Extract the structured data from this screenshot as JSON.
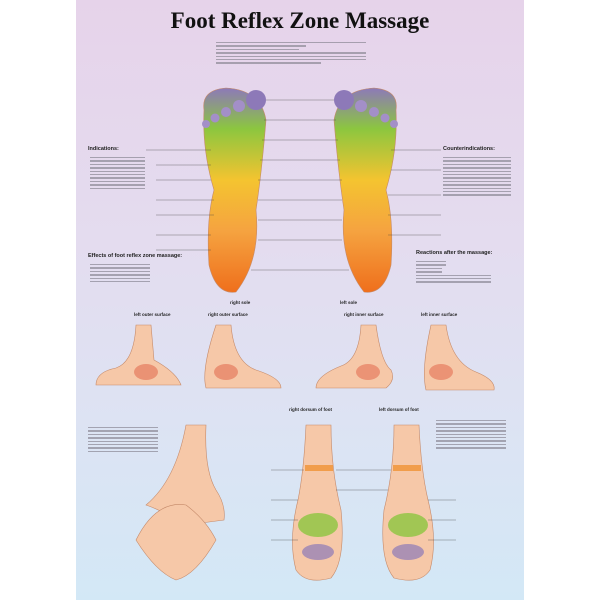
{
  "title": "Foot Reflex Zone Massage",
  "headings": {
    "indications": "Indications:",
    "counterindications": "Counterindications:",
    "effects": "Effects of foot reflex zone massage:",
    "reactions": "Reactions after the massage:"
  },
  "views": {
    "right_sole": "right sole",
    "left_sole": "left sole",
    "left_outer": "left outer surface",
    "right_outer": "right outer surface",
    "right_inner": "right inner surface",
    "left_inner": "left inner surface",
    "right_dorsum": "right dorsum of foot",
    "left_dorsum": "left dorsum of foot"
  },
  "colors": {
    "zone_green": "#8cc63f",
    "zone_yellow": "#f4c430",
    "zone_orange": "#f08a24",
    "zone_purple": "#8d79b8",
    "skin": "#f6c8a8"
  }
}
